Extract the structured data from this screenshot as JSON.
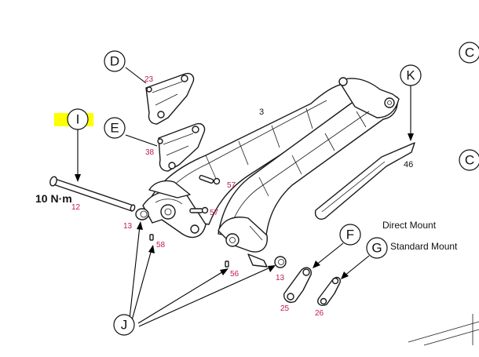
{
  "colors": {
    "part_number": "#c2185b",
    "highlight": "#ffff00",
    "line": "#1a1a1a"
  },
  "callouts": {
    "D": "D",
    "E": "E",
    "I": "I",
    "K": "K",
    "F": "F",
    "G": "G",
    "J": "J",
    "edge_top": "C",
    "edge_mid": "C"
  },
  "parts": {
    "p23": "23",
    "p38": "38",
    "p57a": "57",
    "p57b": "57",
    "p12": "12",
    "p13a": "13",
    "p13b": "13",
    "p58": "58",
    "p56": "56",
    "p25": "25",
    "p26": "26"
  },
  "labels": {
    "torque": "10 N·m",
    "main_part": "3",
    "guard_part": "46",
    "direct_mount": "Direct Mount",
    "standard_mount": "Standard Mount"
  }
}
